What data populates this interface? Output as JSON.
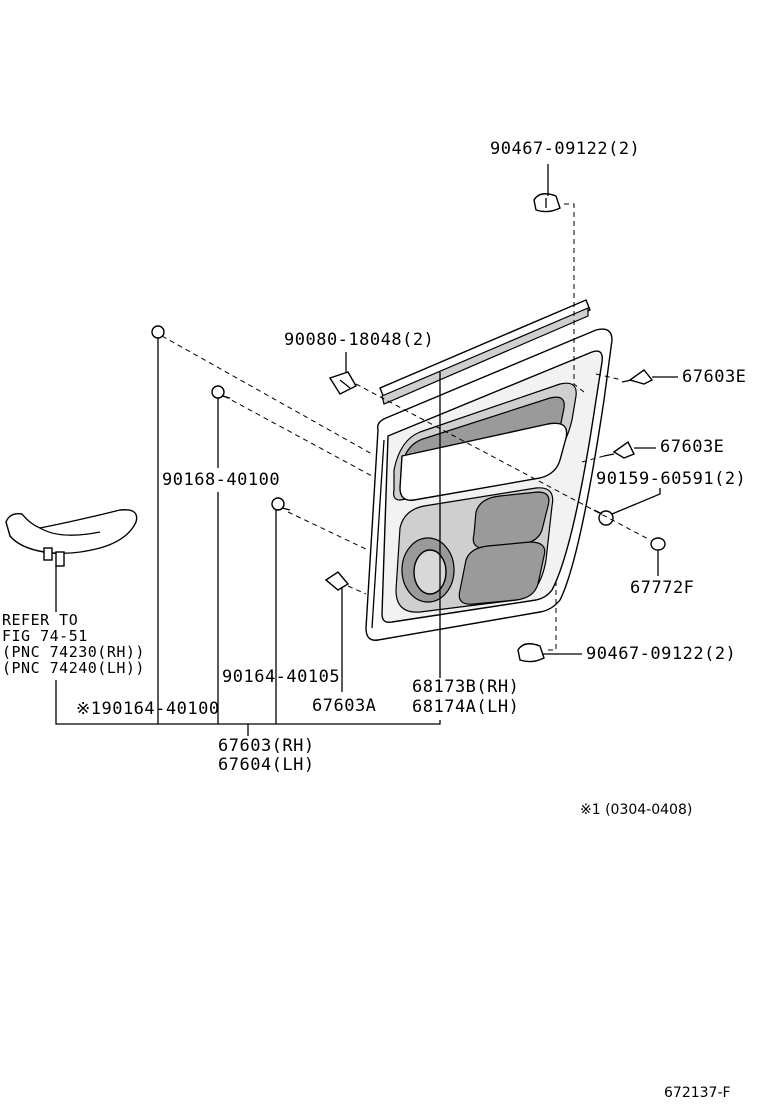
{
  "callouts": {
    "nut_top": "90467-09122(2)",
    "clip_90080": "90080-18048(2)",
    "clip_67603e_upper": "67603E",
    "clip_67603e_lower": "67603E",
    "screw_90159": "90159-60591(2)",
    "cap_67772f": "67772F",
    "nut_bottom": "90467-09122(2)",
    "screw_90168": "90168-40100",
    "screw_90164_105": "90164-40105",
    "clip_67603a": "67603A",
    "weatherstrip_rh": "68173B(RH)",
    "weatherstrip_lh": "68174A(LH)",
    "screw_90164_100": "※190164-40100",
    "panel_rh": "67603(RH)",
    "panel_lh": "67604(LH)"
  },
  "reference": {
    "line1": "REFER TO",
    "line2": "FIG 74-51",
    "line3": "(PNC 74230(RH))",
    "line4": "(PNC 74240(LH))"
  },
  "footnote": "※1 (0304-0408)",
  "figure_code": "672137-F"
}
